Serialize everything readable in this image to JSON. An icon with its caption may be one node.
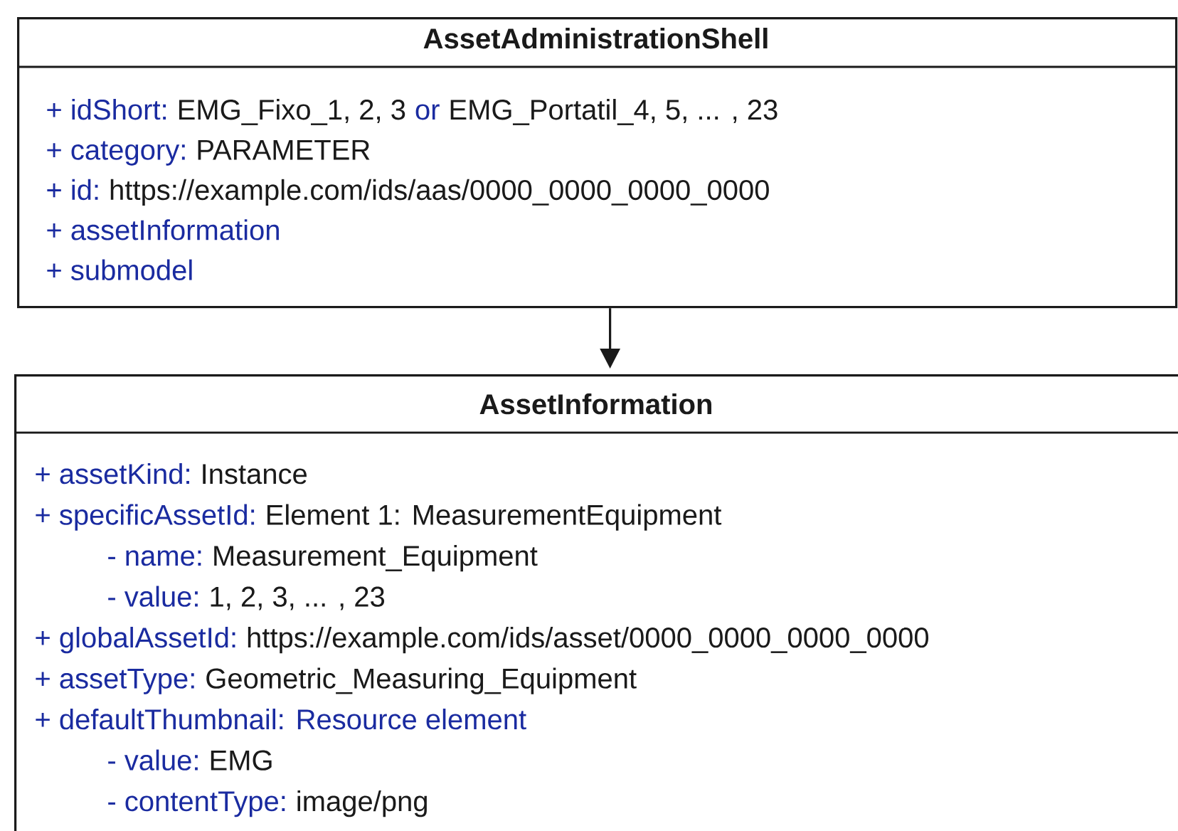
{
  "diagram": {
    "nodes": [
      {
        "text": [
          "AssetAdministrationShell",
          "+ idShort:",
          "EMG_Fixo_1, 2, 3",
          "or",
          "EMG_Portatil_4, 5, ... , 23",
          "+ category:",
          "PARAMETER",
          "+ id:",
          "https://example.com/ids/aas/0000_0000_0000_0000",
          "+ assetInformation",
          "+ submodel"
        ]
      },
      {
        "text": [
          "AssetInformation",
          "+ assetKind:",
          "Instance",
          "+ specificAssetId:",
          "Element 1: MeasurementEquipment",
          "- name:",
          "Measurement_Equipment",
          "- value:",
          "1, 2, 3, ... , 23",
          "+ globalAssetId:",
          "https://example.com/ids/asset/0000_0000_0000_0000",
          "+ assetType:",
          "Geometric_Measuring_Equipment",
          "+ defaultThumbnail: Resource element",
          "- value:",
          "EMG",
          "- contentType:",
          "image/png"
        ]
      }
    ],
    "edges": [
      {
        "from": 0,
        "to": 1,
        "arrow": "to"
      }
    ]
  }
}
